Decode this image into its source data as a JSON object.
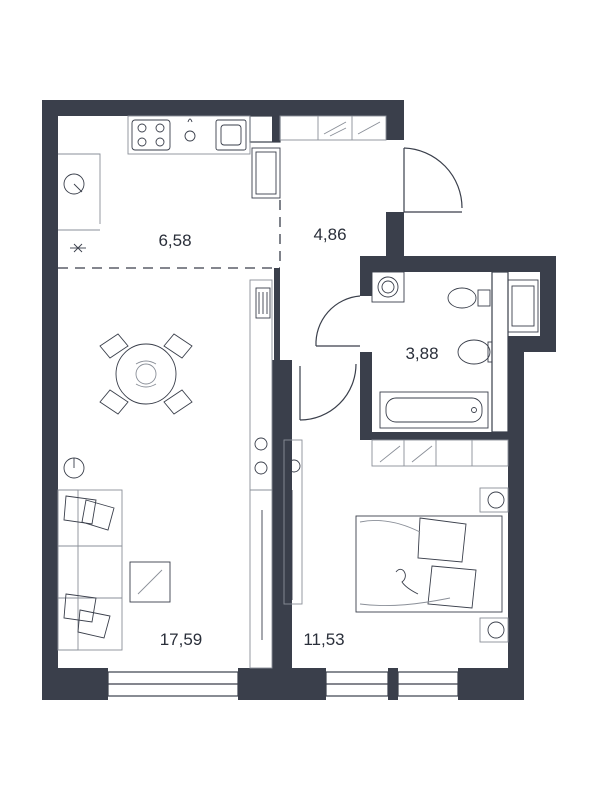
{
  "colors": {
    "wall": "#3a3f4b",
    "background": "#ffffff",
    "fixture": "#8a8f98"
  },
  "rooms": [
    {
      "id": "kitchen",
      "area": "6,58"
    },
    {
      "id": "hall",
      "area": "4,86"
    },
    {
      "id": "bathroom",
      "area": "3,88"
    },
    {
      "id": "living",
      "area": "17,59"
    },
    {
      "id": "bedroom",
      "area": "11,53"
    }
  ]
}
